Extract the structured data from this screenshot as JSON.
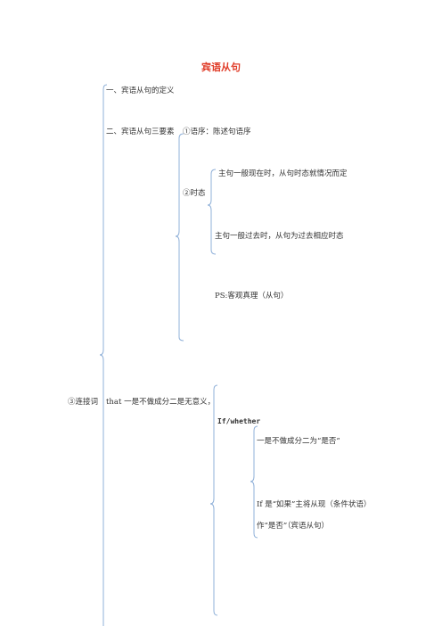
{
  "doc": {
    "title": "宾语从句",
    "items": {
      "def": "一、宾语从句的定义",
      "three": "二、宾语从句三要素",
      "order": "①语序：陈述句语序",
      "tense": "②时态",
      "tense_a": "主句一般现在时，从句时态就情况而定",
      "tense_b": "主句一般过去时，从句为过去相应时态",
      "ps": "PS:客观真理（从句）",
      "conj": "③连接词",
      "that": "that 一是不做成分二是无意义，",
      "ifw": "If/whether",
      "ifw_a": "一是不做成分二为“是否”",
      "if_cond": "If 是“如果”主将从现（条件状语）",
      "if_obj": "作“是否”（宾语从句）"
    },
    "accent": "#e03c28",
    "bracket_color": "#8fb0d8"
  }
}
